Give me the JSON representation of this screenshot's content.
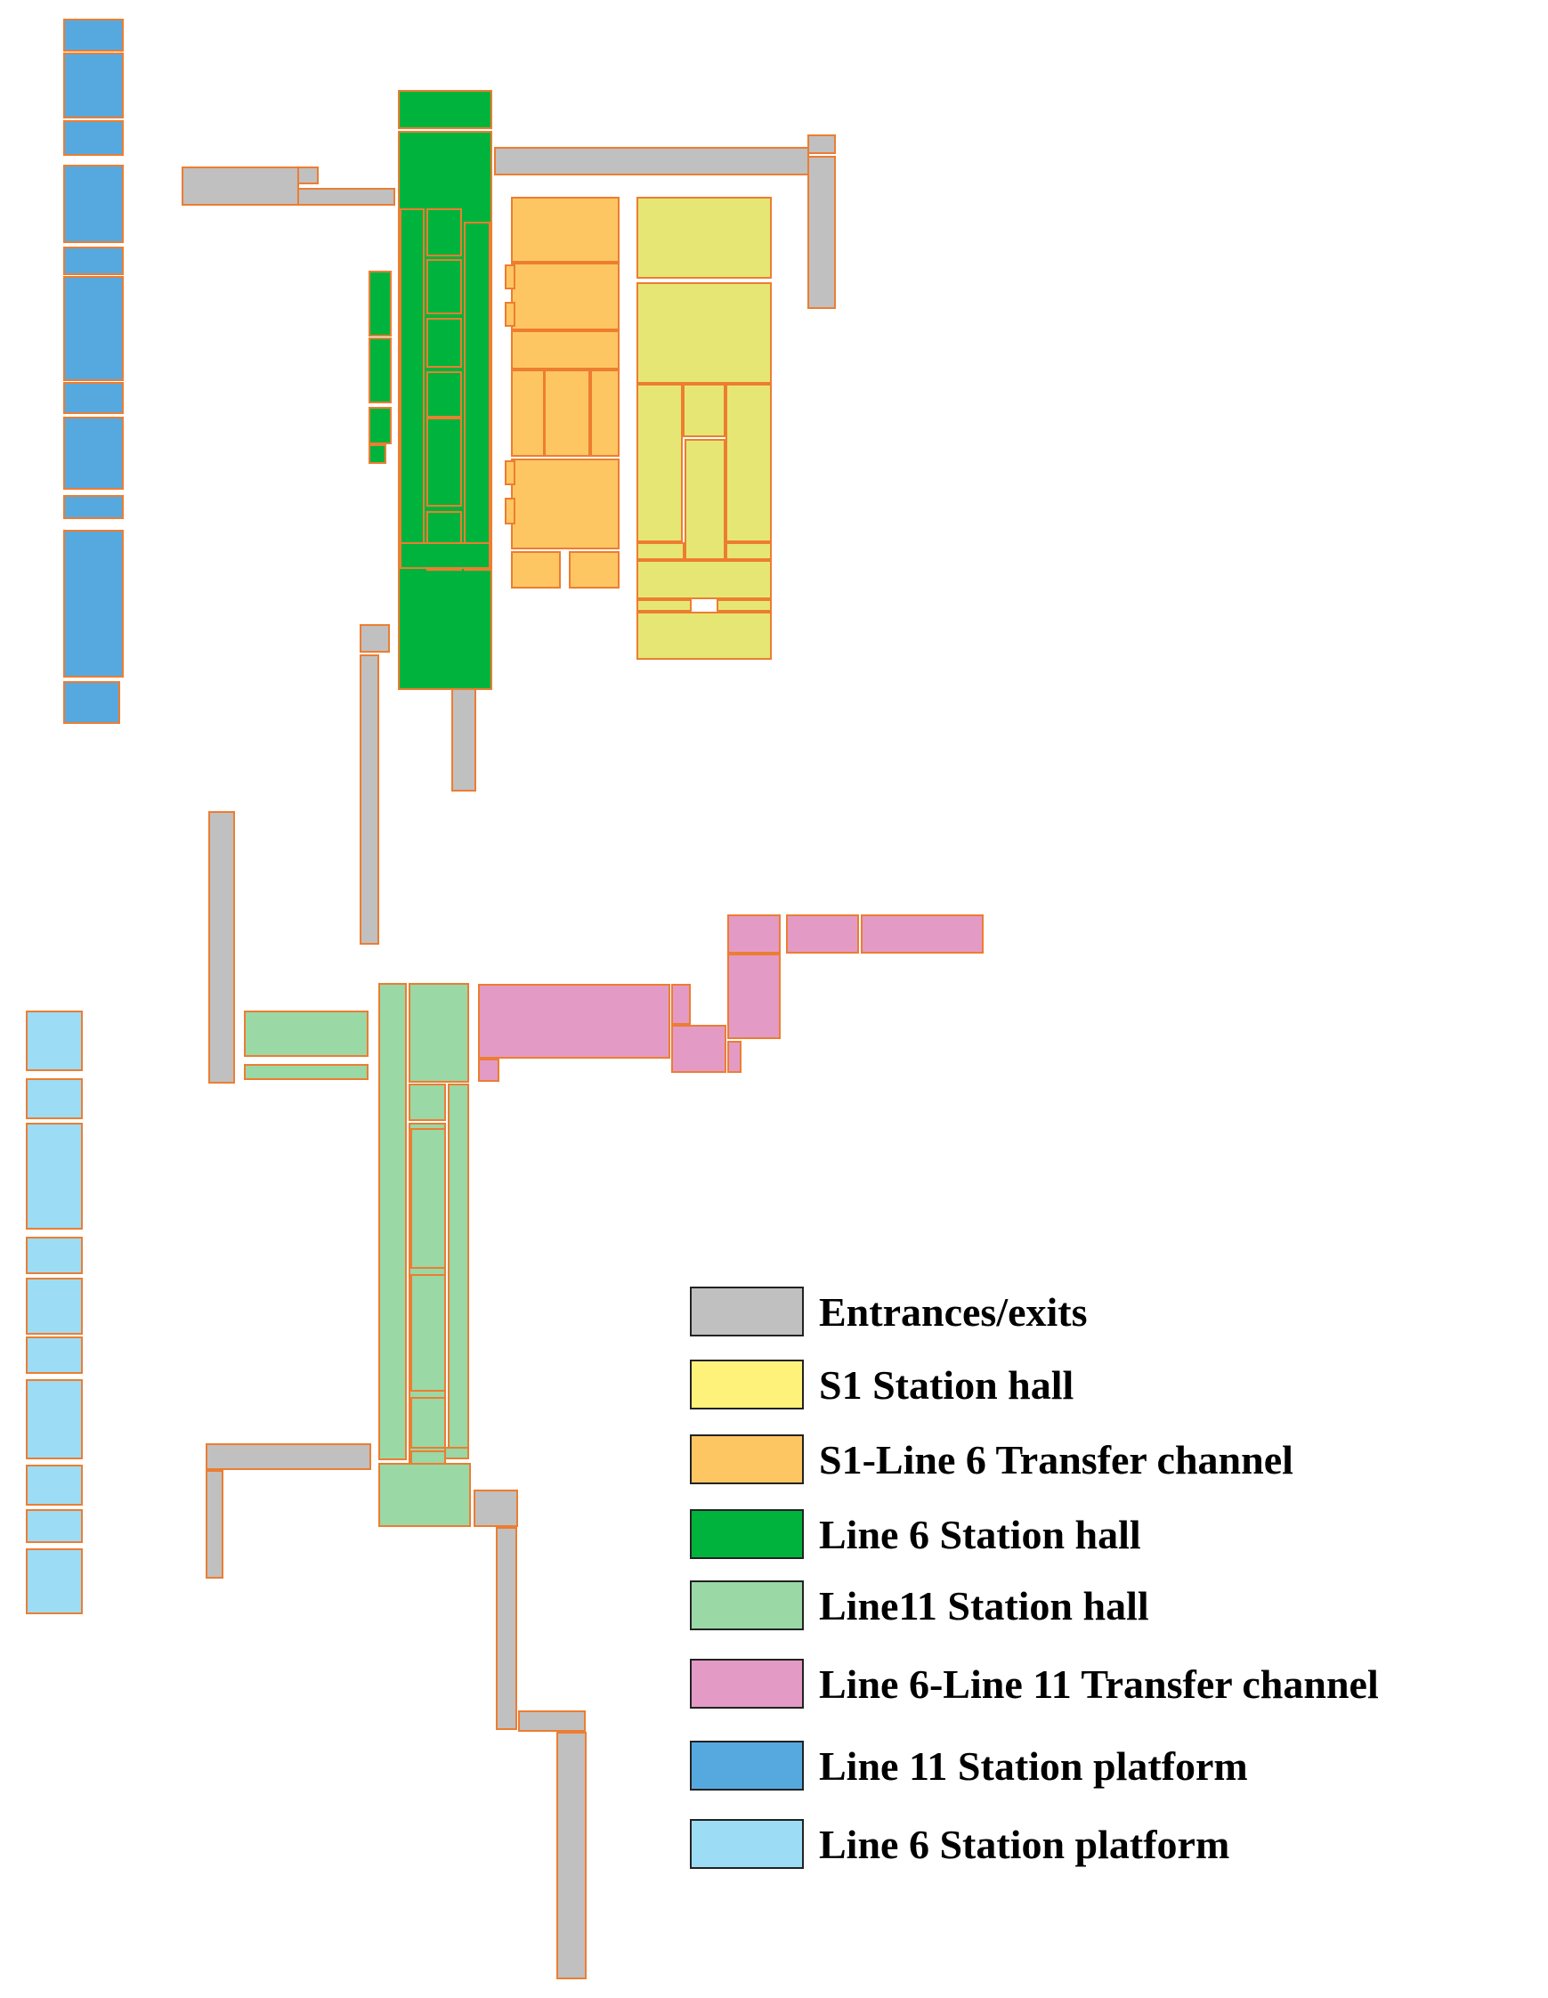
{
  "colors": {
    "entrance": "#c0c0c0",
    "s1_hall": "#e6e675",
    "s1_l6_transfer": "#fdc663",
    "l6_hall": "#00b33c",
    "l11_hall": "#9ad8a6",
    "l6_l11_transfer": "#e39ac5",
    "l11_platform": "#56a9df",
    "l6_platform": "#9ddcf5",
    "outline": "#ed7d31",
    "edge": "#222222"
  },
  "legend": {
    "items": [
      {
        "key": "entrance",
        "label": "Entrances/exits",
        "swatch": "#c0c0c0"
      },
      {
        "key": "s1_hall",
        "label": "S1 Station hall",
        "swatch": "#fff27a"
      },
      {
        "key": "s1_l6_transfer",
        "label": "S1-Line 6 Transfer channel",
        "swatch": "#fdc663"
      },
      {
        "key": "l6_hall",
        "label": "Line 6 Station hall",
        "swatch": "#00b33c"
      },
      {
        "key": "l11_hall",
        "label": "Line11 Station hall",
        "swatch": "#9ad8a6"
      },
      {
        "key": "l6_l11_transfer",
        "label": "Line 6-Line 11 Transfer channel",
        "swatch": "#e39ac5"
      },
      {
        "key": "l11_platform",
        "label": "Line 11 Station platform",
        "swatch": "#56a9df"
      },
      {
        "key": "l6_platform",
        "label": "Line 6 Station platform",
        "swatch": "#9ddcf5"
      }
    ]
  }
}
